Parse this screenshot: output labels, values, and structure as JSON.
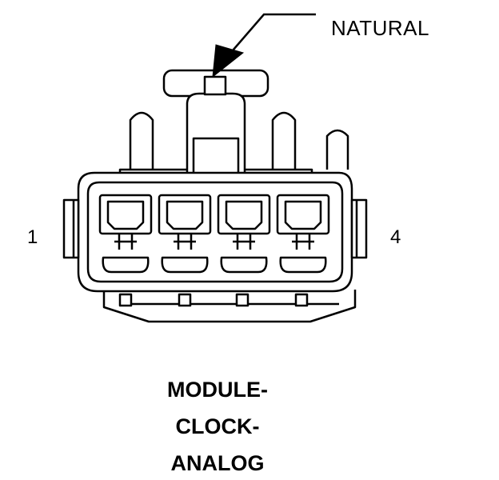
{
  "callout": {
    "label": "NATURAL"
  },
  "pins": {
    "left": "1",
    "right": "4"
  },
  "title": {
    "line1": "MODULE-",
    "line2": "CLOCK-",
    "line3": "ANALOG"
  },
  "cavity_count": 4
}
